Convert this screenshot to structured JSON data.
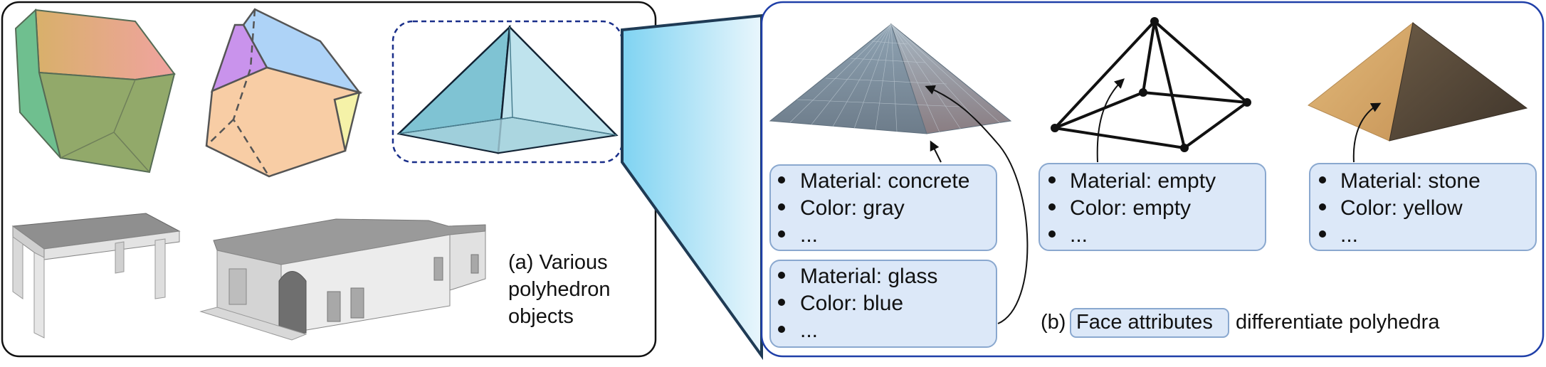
{
  "panel_a": {
    "caption_lines": [
      "(a) Various",
      "polyhedron",
      "objects"
    ]
  },
  "panel_b": {
    "caption_prefix": "(b)",
    "caption_highlight": "Face attributes",
    "caption_suffix": "differentiate polyhedra",
    "boxes": [
      {
        "lines": [
          "Material: concrete",
          "Color: gray",
          "..."
        ]
      },
      {
        "lines": [
          "Material: glass",
          "Color: blue",
          "..."
        ]
      },
      {
        "lines": [
          "Material: empty",
          "Color: empty",
          "..."
        ]
      },
      {
        "lines": [
          "Material: stone",
          "Color: yellow",
          "..."
        ]
      }
    ]
  },
  "colors": {
    "panel_b_border": "#1f3fa8",
    "attr_box_fill": "#dce8f8",
    "attr_box_border": "#8aa8cf",
    "zoom_gradient_start": "#7fd3f2"
  }
}
